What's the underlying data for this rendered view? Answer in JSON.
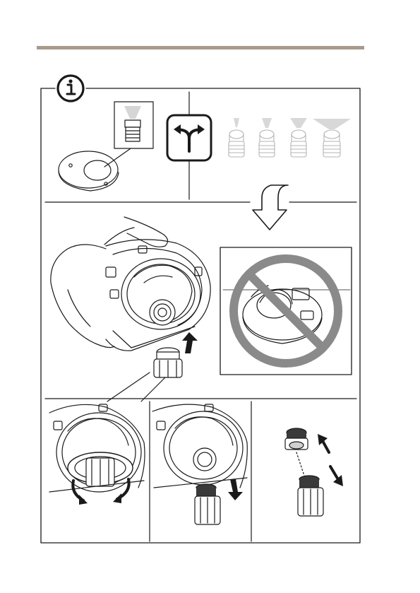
{
  "page": {
    "header_rule_color": "#a89a8c",
    "figure_stroke": "#1a1a1a",
    "prohibit_color": "#8a8a8a"
  },
  "icons": {
    "info": "info-icon",
    "choice": "branch-arrows-icon",
    "down_arrow": "bent-down-arrow-icon",
    "prohibited": "prohibited-icon"
  },
  "lens_options": [
    {
      "beam": "narrow"
    },
    {
      "beam": "narrow"
    },
    {
      "beam": "medium"
    },
    {
      "beam": "wide"
    }
  ]
}
